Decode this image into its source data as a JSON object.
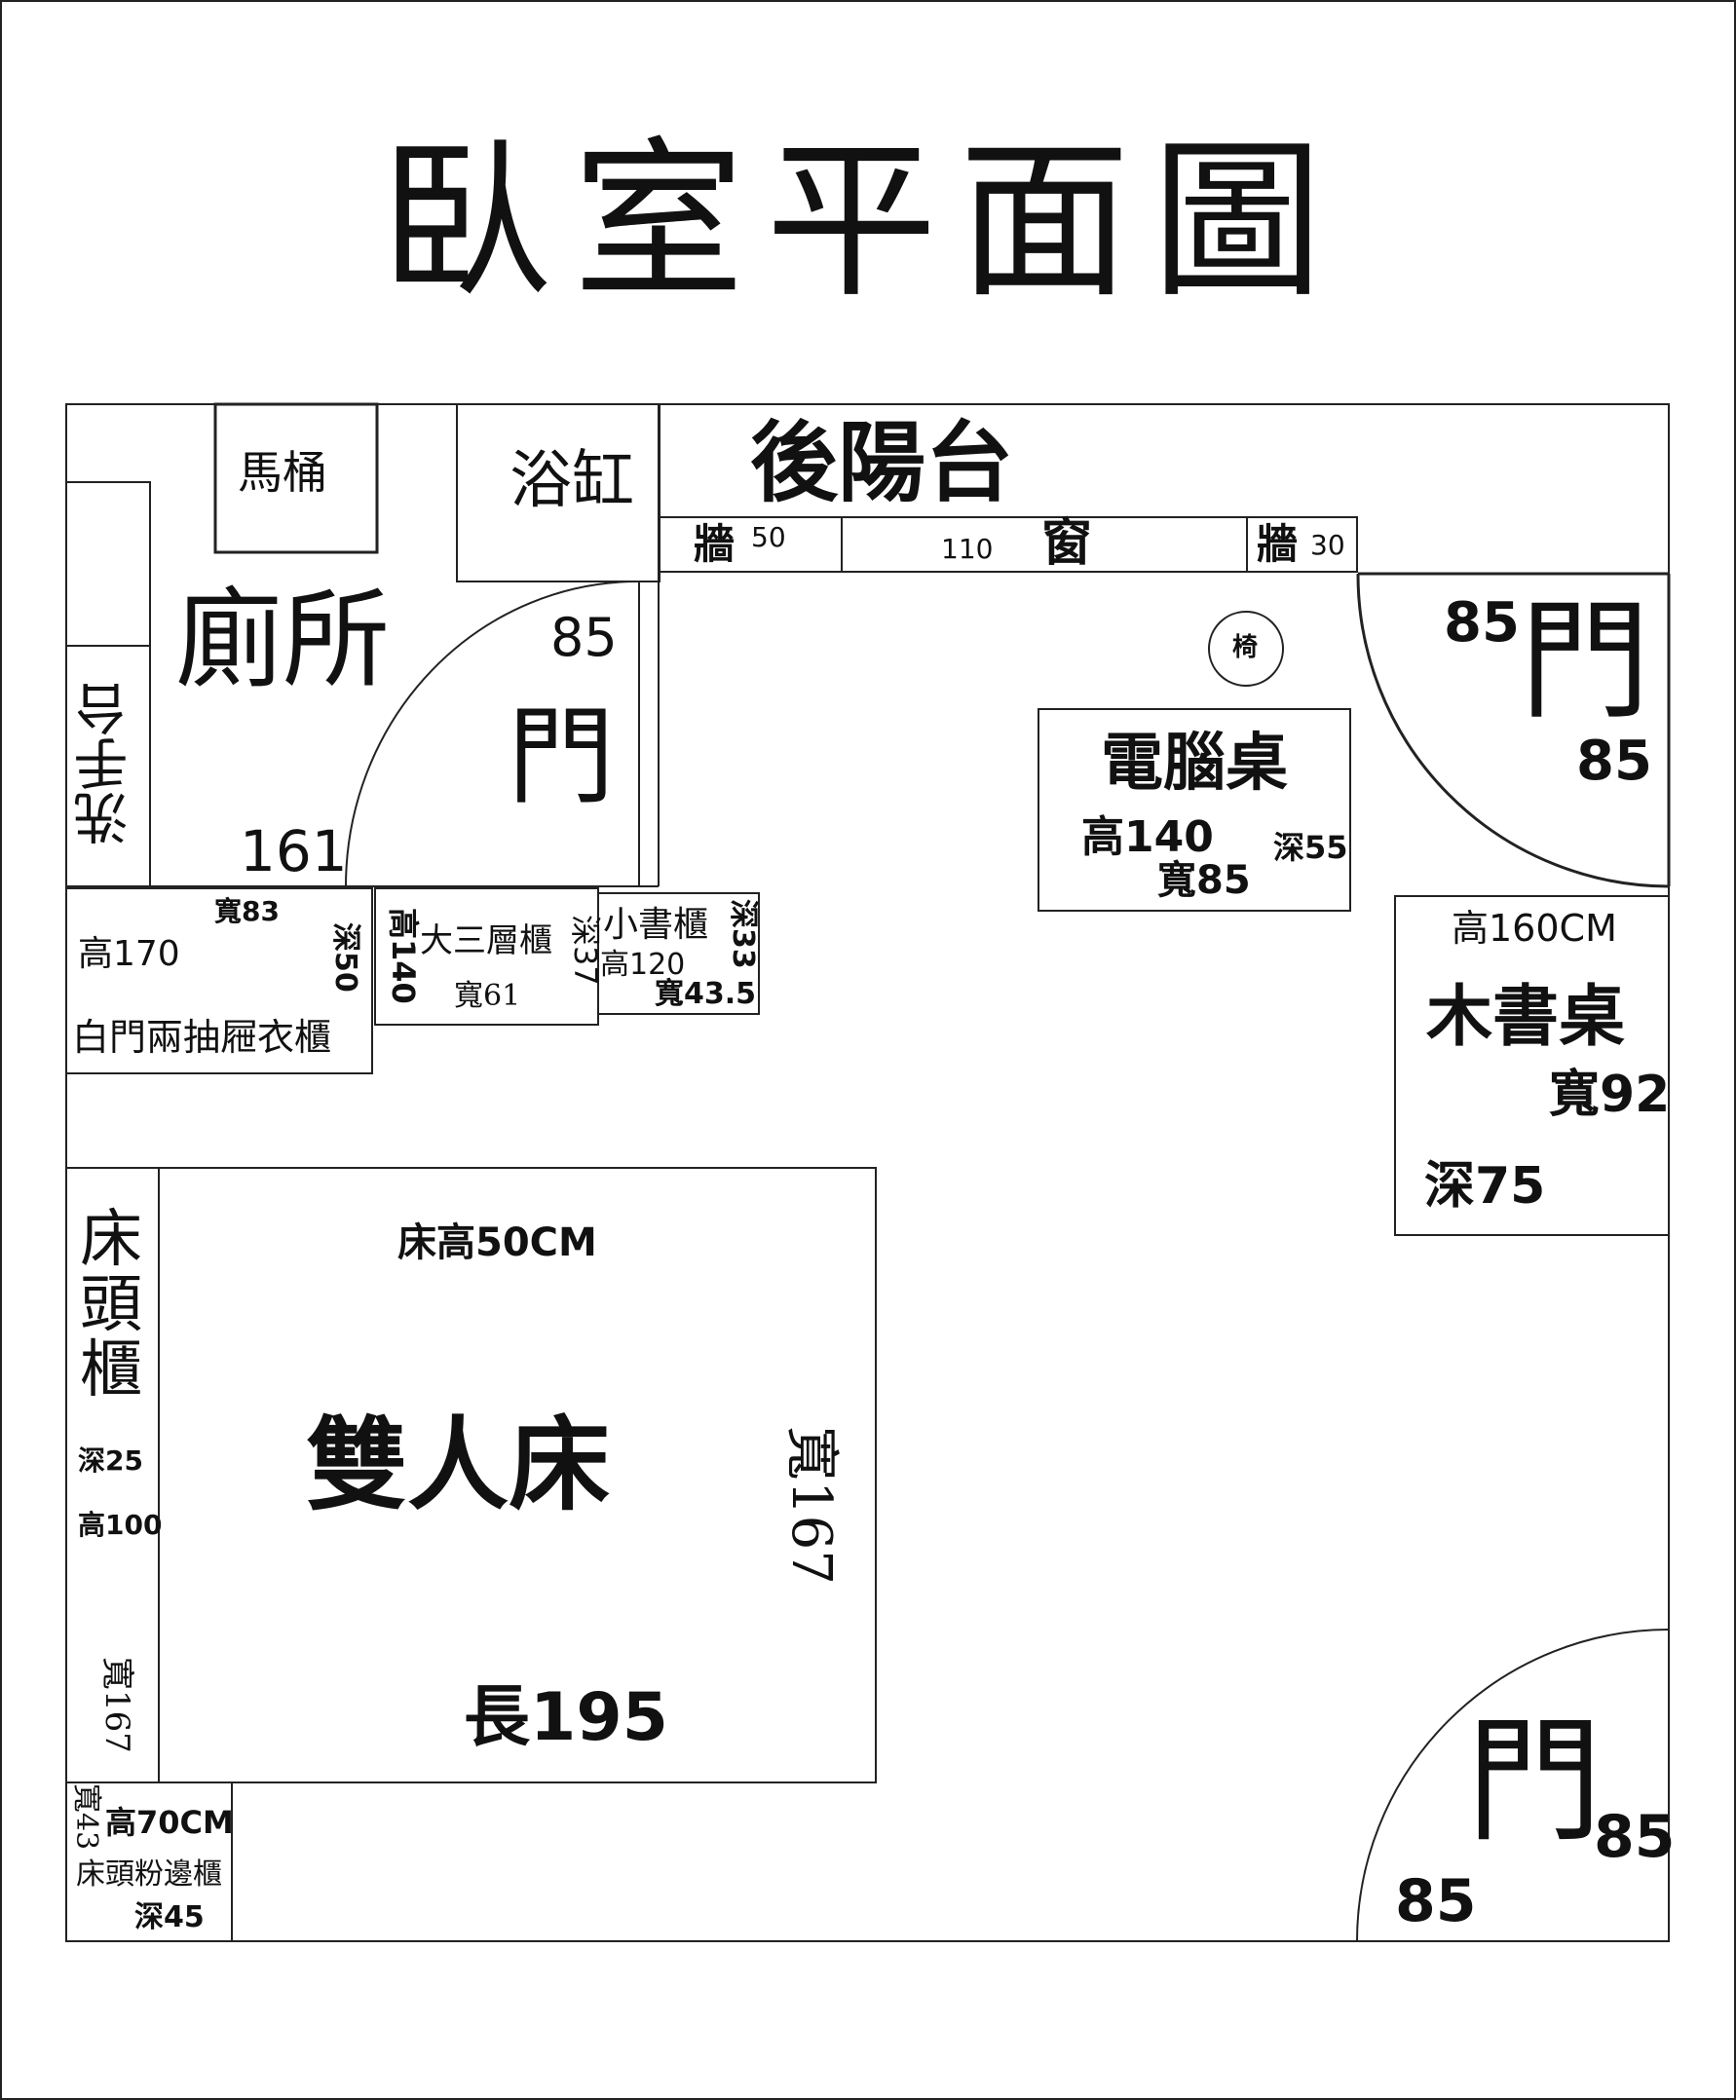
{
  "title": "臥室平面圖",
  "labels": {
    "back_balcony": "後陽台",
    "toilet": "馬桶",
    "bathtub": "浴缸",
    "bathroom": "廁所",
    "washbasin": "洗手台",
    "bathroom_door_width": "85",
    "bathroom_door": "門",
    "bathroom_width": "161",
    "wall_left": "牆",
    "wall_left_width": "50",
    "window_width": "110",
    "window": "窗",
    "wall_right": "牆",
    "wall_right_width": "30",
    "chair": "椅",
    "computer_desk": "電腦桌",
    "computer_desk_height": "高140",
    "computer_desk_depth": "深55",
    "computer_desk_width": "寬85",
    "main_door_top_left": "85",
    "main_door_top": "門",
    "main_door_top_bottom": "85",
    "wardrobe_width": "寬83",
    "wardrobe_height": "高170",
    "wardrobe_depth": "深50",
    "wardrobe": "白門兩抽屜衣櫃",
    "cabinet3_height": "高140",
    "cabinet3": "大三層櫃",
    "cabinet3_width": "寬61",
    "cabinet3_depth": "深37",
    "small_bookcase": "小書櫃",
    "small_bookcase_height": "高120",
    "small_bookcase_depth": "深33",
    "small_bookcase_width": "寬43.5",
    "wood_desk_height": "高160CM",
    "wood_desk": "木書桌",
    "wood_desk_width": "寬92",
    "wood_desk_depth": "深75",
    "bed_height": "床高50CM",
    "double_bed": "雙人床",
    "bed_width": "寬167",
    "bed_length": "長195",
    "headboard_cabinet": "床頭櫃",
    "headboard_depth": "深25",
    "headboard_height": "高100",
    "headboard_width": "寬167",
    "side_cabinet_width": "寬43",
    "side_cabinet_height": "高70CM",
    "side_cabinet": "床頭粉邊櫃",
    "side_cabinet_depth": "深45",
    "door_bottom": "門",
    "door_bottom_width_right": "85",
    "door_bottom_width_bottom": "85"
  }
}
